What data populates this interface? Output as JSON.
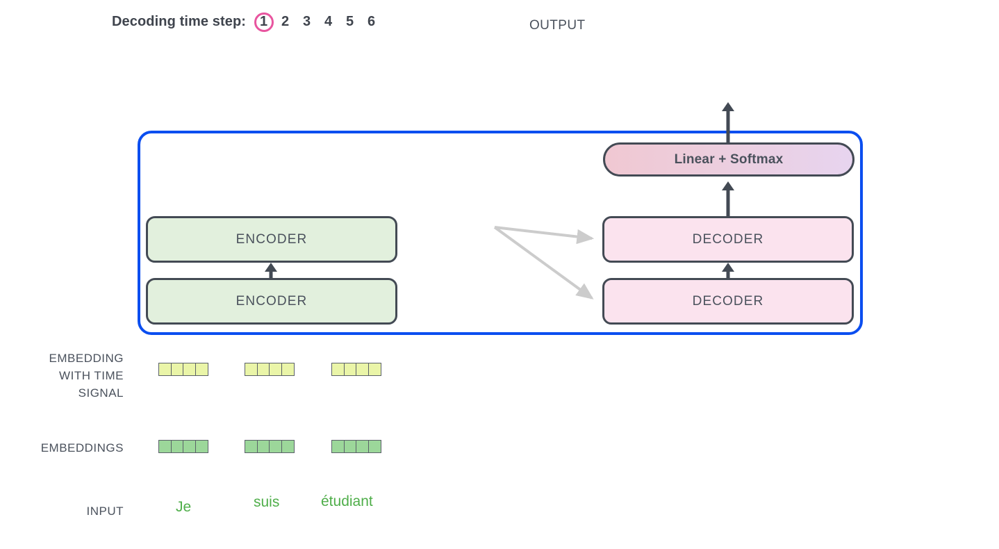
{
  "header": {
    "timestep_label": "Decoding time step:",
    "steps": [
      "1",
      "2",
      "3",
      "4",
      "5",
      "6"
    ],
    "active_step_index": 0,
    "output_label": "OUTPUT"
  },
  "model": {
    "linear_softmax_label": "Linear + Softmax",
    "encoder_labels": [
      "ENCODER",
      "ENCODER"
    ],
    "decoder_labels": [
      "DECODER",
      "DECODER"
    ]
  },
  "rows": {
    "embedding_time_label": "EMBEDDING\nWITH TIME\nSIGNAL",
    "embedding_time_label_lines": [
      "EMBEDDING",
      "WITH TIME",
      "SIGNAL"
    ],
    "embeddings_label": "EMBEDDINGS",
    "input_label": "INPUT",
    "input_words": [
      "Je",
      "suis",
      "étudiant"
    ],
    "vector_cells_per_token": 4,
    "token_count": 3
  },
  "colors": {
    "container_border": "#0b4ef0",
    "encoder_fill": "#e2f0dd",
    "decoder_fill": "#fbe3ee",
    "box_border": "#434a54",
    "time_signal_cell": "#eaf5a8",
    "embedding_cell": "#9cd79a",
    "input_word_text": "#4fae4a",
    "active_step_circle": "#e8559f",
    "cross_arrow": "#cccccc",
    "text": "#4a515c"
  }
}
